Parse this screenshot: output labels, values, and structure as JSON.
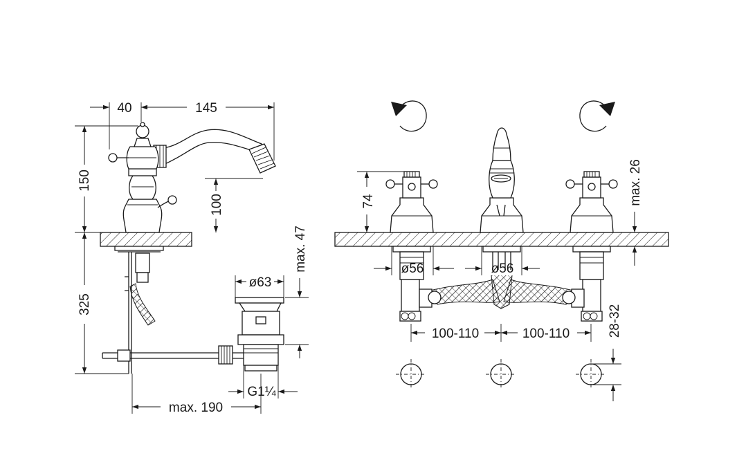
{
  "dimensions": {
    "left": {
      "spout_offset": "40",
      "spout_reach": "145",
      "height_above_deck": "150",
      "spout_height": "100",
      "below_deck": "325",
      "drain_height": "max. 47",
      "drain_diameter": "ø63",
      "drain_thread": "G1¼",
      "drain_distance": "max. 190"
    },
    "right": {
      "valve_height": "74",
      "deck_thickness": "max. 26",
      "valve_diameter_left": "ø56",
      "valve_diameter_center": "ø56",
      "spacing_left": "100-110",
      "spacing_right": "100-110",
      "hole_diameter": "28-32"
    }
  },
  "colors": {
    "line": "#1a1a1a",
    "background": "#ffffff"
  },
  "icons": [
    "rotate-counterclockwise-icon",
    "rotate-clockwise-icon"
  ]
}
